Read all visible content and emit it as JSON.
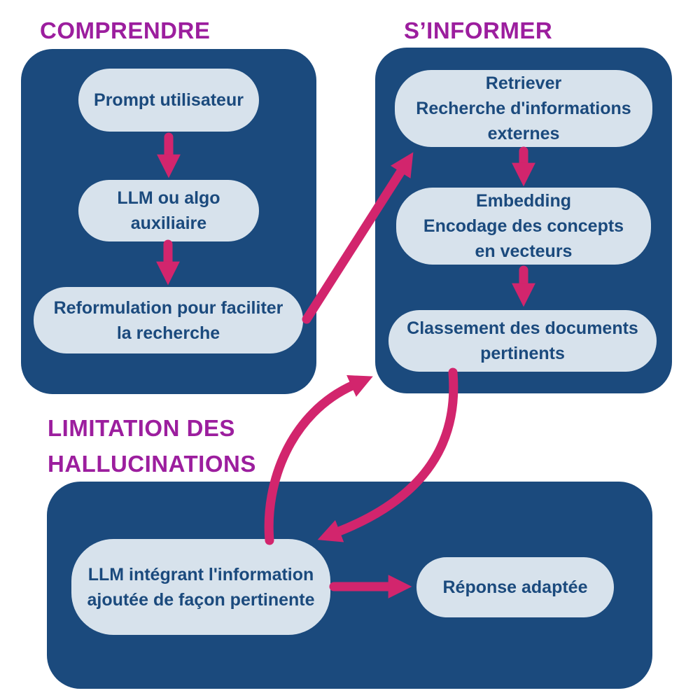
{
  "colors": {
    "page_bg": "#ffffff",
    "container_blue": "#1B4A7D",
    "pill_blue": "#D7E2EC",
    "text_blue": "#1B4A7D",
    "arrow_pink": "#D2256D",
    "title_purple": "#9C1E9E"
  },
  "sections": {
    "comprendre": {
      "title": "COMPRENDRE",
      "pills": [
        {
          "lines": [
            "Prompt utilisateur"
          ]
        },
        {
          "lines": [
            "LLM ou algo",
            "auxiliaire"
          ]
        },
        {
          "lines": [
            "Reformulation pour faciliter",
            "la recherche"
          ]
        }
      ]
    },
    "s_informer": {
      "title": "S’INFORMER",
      "pills": [
        {
          "lines": [
            "Retriever",
            "Recherche d'informations",
            "externes"
          ]
        },
        {
          "lines": [
            "Embedding",
            "Encodage des concepts",
            "en vecteurs"
          ]
        },
        {
          "lines": [
            "Classement des documents",
            "pertinents"
          ]
        }
      ]
    },
    "limitation": {
      "title_lines": [
        "LIMITATION DES",
        "HALLUCINATIONS"
      ],
      "pills": [
        {
          "lines": [
            "LLM intégrant l'information",
            "ajoutée de façon pertinente"
          ]
        },
        {
          "lines": [
            "Réponse adaptée"
          ]
        }
      ]
    }
  },
  "arrows": [
    {
      "name": "prompt-to-llm"
    },
    {
      "name": "llm-to-reformulation"
    },
    {
      "name": "reformulation-to-retriever"
    },
    {
      "name": "retriever-to-embedding"
    },
    {
      "name": "embedding-to-classement"
    },
    {
      "name": "llm-integrant-to-classement-loop"
    },
    {
      "name": "classement-to-llm-integrant-loop"
    },
    {
      "name": "llm-integrant-to-reponse"
    }
  ]
}
